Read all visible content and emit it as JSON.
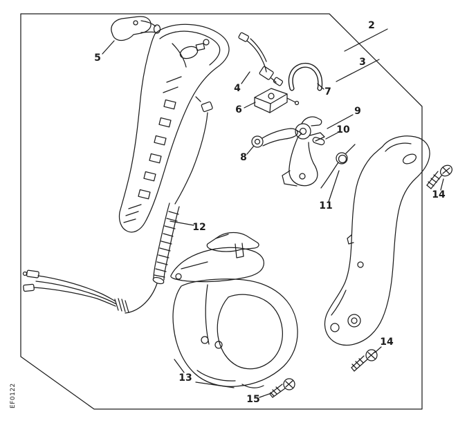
{
  "colors": {
    "ink": "#1c1c1c",
    "background": "#ffffff"
  },
  "diagram": {
    "code": "EF0122",
    "callouts": {
      "c2": "2",
      "c3": "3",
      "c4": "4",
      "c5": "5",
      "c6": "6",
      "c7": "7",
      "c8": "8",
      "c9": "9",
      "c10": "10",
      "c11": "11",
      "c12": "12",
      "c13": "13",
      "c14a": "14",
      "c14b": "14",
      "c15": "15"
    }
  }
}
